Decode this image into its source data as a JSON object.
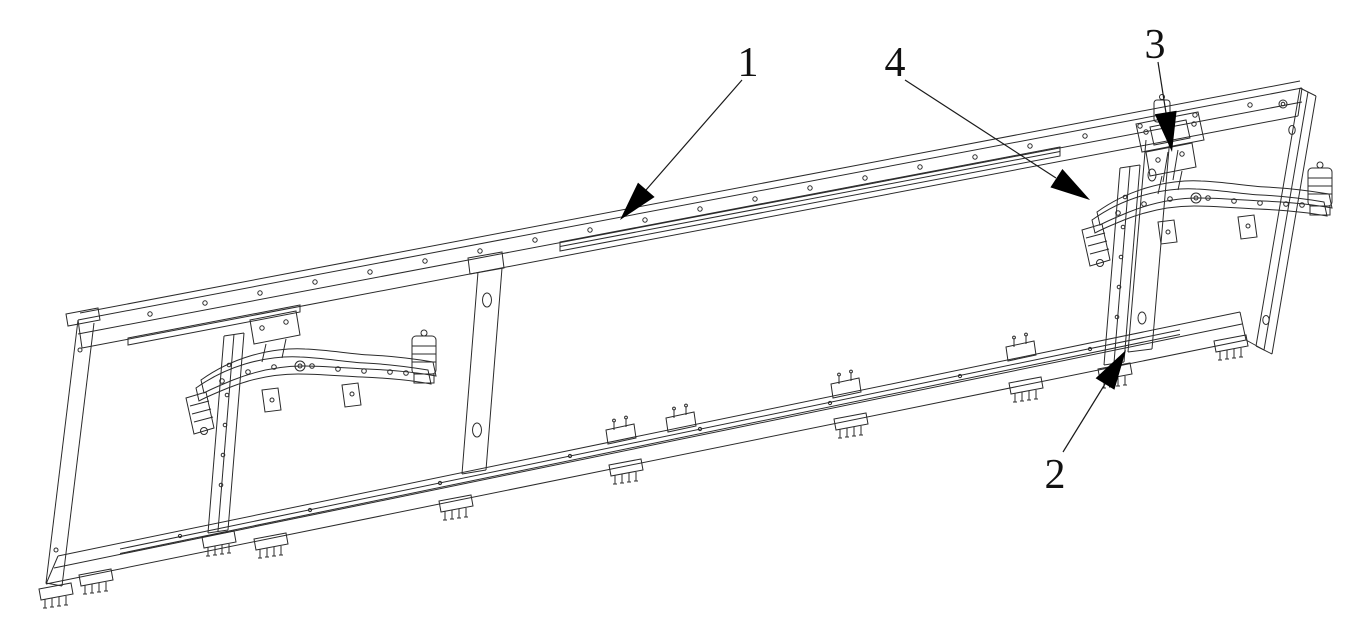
{
  "figure": {
    "callouts": [
      {
        "label": "1"
      },
      {
        "label": "2"
      },
      {
        "label": "3"
      },
      {
        "label": "4"
      }
    ]
  },
  "colors": {
    "background": "#ffffff",
    "line": "#2b2b2b",
    "callout_text": "#111111",
    "arrow_fill": "#000000"
  }
}
